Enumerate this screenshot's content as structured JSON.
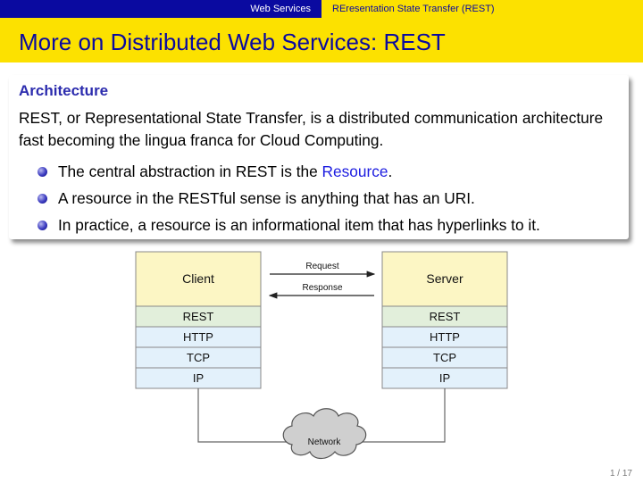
{
  "nav": {
    "section": "Web Services",
    "subsection": "REresentation State Transfer (REST)"
  },
  "slide": {
    "title": "More on Distributed Web Services: REST",
    "block_title": "Architecture",
    "body": "REST, or Representational State Transfer, is a distributed communication architecture fast becoming the lingua franca for Cloud Computing.",
    "bullets": [
      {
        "before": "The central abstraction in REST is the ",
        "highlight": "Resource",
        "after": "."
      },
      {
        "before": "A resource in the RESTful sense is anything that has an URI.",
        "highlight": "",
        "after": ""
      },
      {
        "before": "In practice, a resource is an informational item that has hyperlinks to it.",
        "highlight": "",
        "after": ""
      }
    ],
    "page": "1 / 17"
  },
  "diagram": {
    "client_label": "Client",
    "server_label": "Server",
    "request_label": "Request",
    "response_label": "Response",
    "network_label": "Network",
    "layers": [
      "REST",
      "HTTP",
      "TCP",
      "IP"
    ]
  },
  "colors": {
    "nav_blue": "#0a0aa0",
    "accent_yellow": "#fce100",
    "box_top": "#fcf6c4",
    "layer_rest": "#e2efdb",
    "layer_other": "#e3f1fb",
    "cloud": "#cfcfcf"
  }
}
